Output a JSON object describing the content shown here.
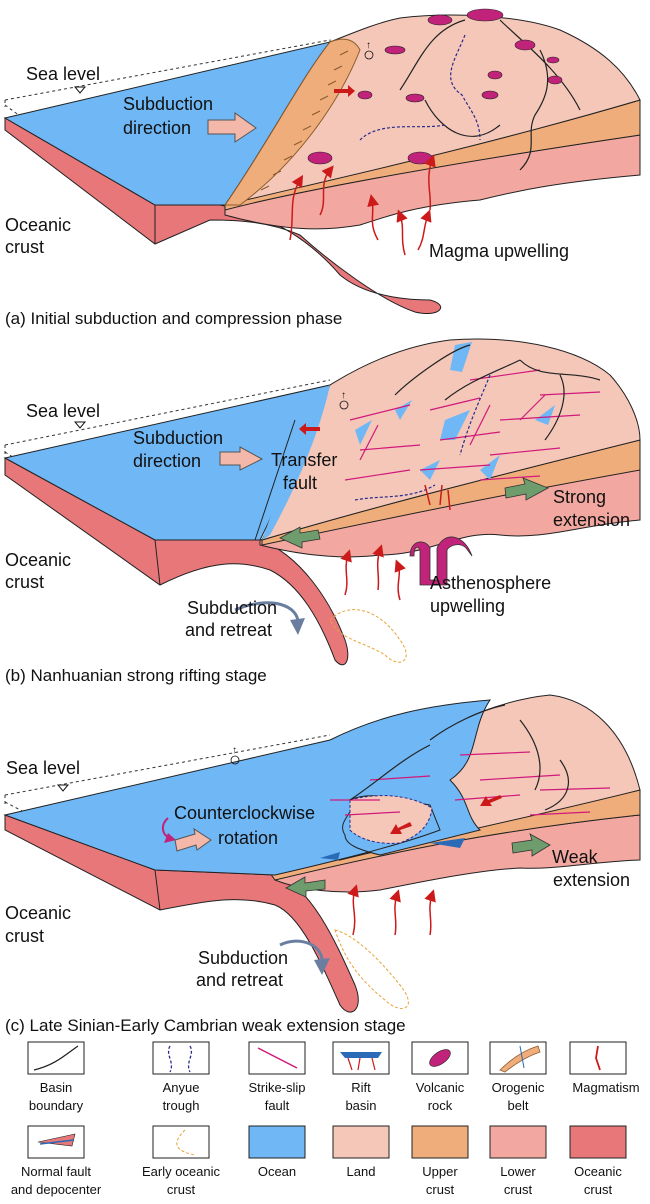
{
  "colors": {
    "ocean": "#6fb7f5",
    "land": "#f4c7b9",
    "upper_crust": "#f0ad7c",
    "lower_crust": "#f2a7a0",
    "oceanic_crust": "#e8777a",
    "volcanic": "#c2237a",
    "fault": "#d1197a",
    "magma": "#cc1a1a",
    "arrow_fill": "#f3b8aa",
    "green_arrow": "#6f9c6d",
    "retreat_arrow": "#6a7fa0"
  },
  "panels": [
    {
      "caption": "(a) Initial subduction and compression phase",
      "labels": {
        "sea_level": "Sea level",
        "subduction": [
          "Subduction",
          "direction"
        ],
        "oceanic_crust": [
          "Oceanic",
          "crust"
        ],
        "magma": "Magma upwelling"
      }
    },
    {
      "caption": "(b) Nanhuanian strong rifting stage",
      "labels": {
        "sea_level": "Sea level",
        "subduction": [
          "Subduction",
          "direction"
        ],
        "transfer_fault": [
          "Transfer",
          "fault"
        ],
        "oceanic_crust": [
          "Oceanic",
          "crust"
        ],
        "extension": [
          "Strong",
          "extension"
        ],
        "asthenosphere": [
          "Asthenosphere",
          "upwelling"
        ],
        "retreat": [
          "Subduction",
          "and retreat"
        ]
      }
    },
    {
      "caption": "(c) Late Sinian-Early Cambrian weak extension stage",
      "labels": {
        "sea_level": "Sea level",
        "rotation": [
          "Counterclockwise",
          "rotation"
        ],
        "oceanic_crust": [
          "Oceanic",
          "crust"
        ],
        "extension": [
          "Weak",
          "extension"
        ],
        "retreat": [
          "Subduction",
          "and retreat"
        ]
      }
    }
  ],
  "legend": [
    {
      "icon": "basin-boundary-icon",
      "label": [
        "Basin",
        "boundary"
      ]
    },
    {
      "icon": "anyue-trough-icon",
      "label": [
        "Anyue",
        "trough"
      ]
    },
    {
      "icon": "strike-slip-fault-icon",
      "label": [
        "Strike-slip",
        "fault"
      ]
    },
    {
      "icon": "rift-basin-icon",
      "label": [
        "Rift",
        "basin"
      ]
    },
    {
      "icon": "volcanic-rock-icon",
      "label": [
        "Volcanic",
        "rock"
      ]
    },
    {
      "icon": "orogenic-belt-icon",
      "label": [
        "Orogenic",
        "belt"
      ]
    },
    {
      "icon": "magmatism-icon",
      "label": [
        "Magmatism",
        ""
      ]
    },
    {
      "icon": "normal-fault-icon",
      "label": [
        "Normal fault",
        "and depocenter"
      ]
    },
    {
      "icon": "early-oceanic-crust-icon",
      "label": [
        "Early oceanic",
        "crust"
      ]
    },
    {
      "icon": "ocean-swatch-icon",
      "label": [
        "Ocean",
        ""
      ]
    },
    {
      "icon": "land-swatch-icon",
      "label": [
        "Land",
        ""
      ]
    },
    {
      "icon": "upper-crust-swatch-icon",
      "label": [
        "Upper",
        "crust"
      ]
    },
    {
      "icon": "lower-crust-swatch-icon",
      "label": [
        "Lower",
        "crust"
      ]
    },
    {
      "icon": "oceanic-crust-swatch-icon",
      "label": [
        "Oceanic",
        "crust"
      ]
    }
  ]
}
